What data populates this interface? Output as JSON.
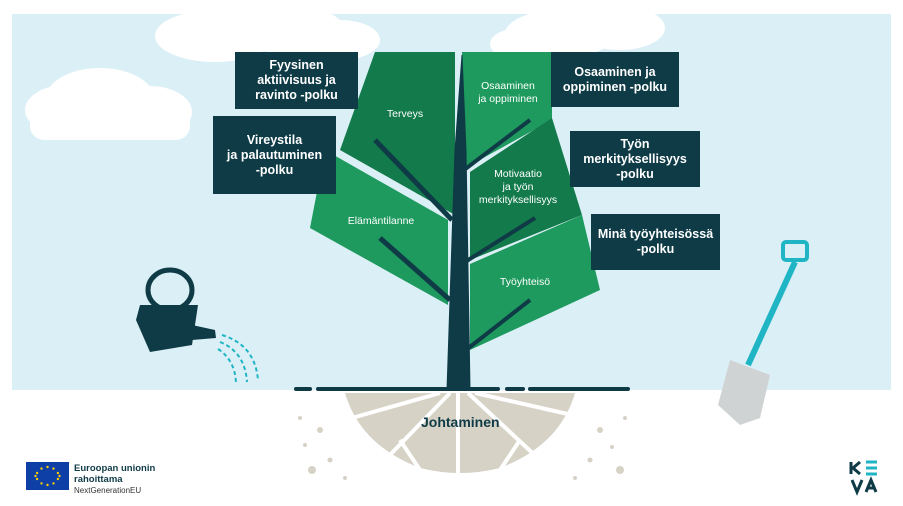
{
  "colors": {
    "sky": "#dbeff6",
    "leaf_dark": "#137a4b",
    "leaf_light": "#1e9a5e",
    "trunk": "#0f3b47",
    "callout_bg": "#0f3b47",
    "root": "#d6d2c6",
    "accent_teal": "#1fb5c4"
  },
  "leaves": {
    "terveys": "Terveys",
    "elamantilanne": "Elämäntilanne",
    "osaaminen": "Osaaminen\nja oppiminen",
    "motivaatio": "Motivaatio\nja työn\nmerkityksellisyys",
    "tyoyhteiso": "Työyhteisö"
  },
  "callouts": {
    "fyysinen": "Fyysinen\naktiivisuus ja\nravinto -polku",
    "vireystila": "Vireystila\nja palautuminen\n-polku",
    "osaaminen": "Osaaminen ja\noppiminen -polku",
    "tyon": "Työn\nmerkityksellisyys\n-polku",
    "mina": "Minä työyhteisössä\n-polku"
  },
  "roots_label": "Johtaminen",
  "eu": {
    "line1": "Euroopan unionin",
    "line2": "rahoittama",
    "line3": "NextGenerationEU"
  },
  "logo": {
    "text": "KEVA"
  },
  "icons": [
    "watering-can-icon",
    "shovel-icon",
    "eu-flag-icon",
    "keva-logo",
    "cloud-icon"
  ]
}
